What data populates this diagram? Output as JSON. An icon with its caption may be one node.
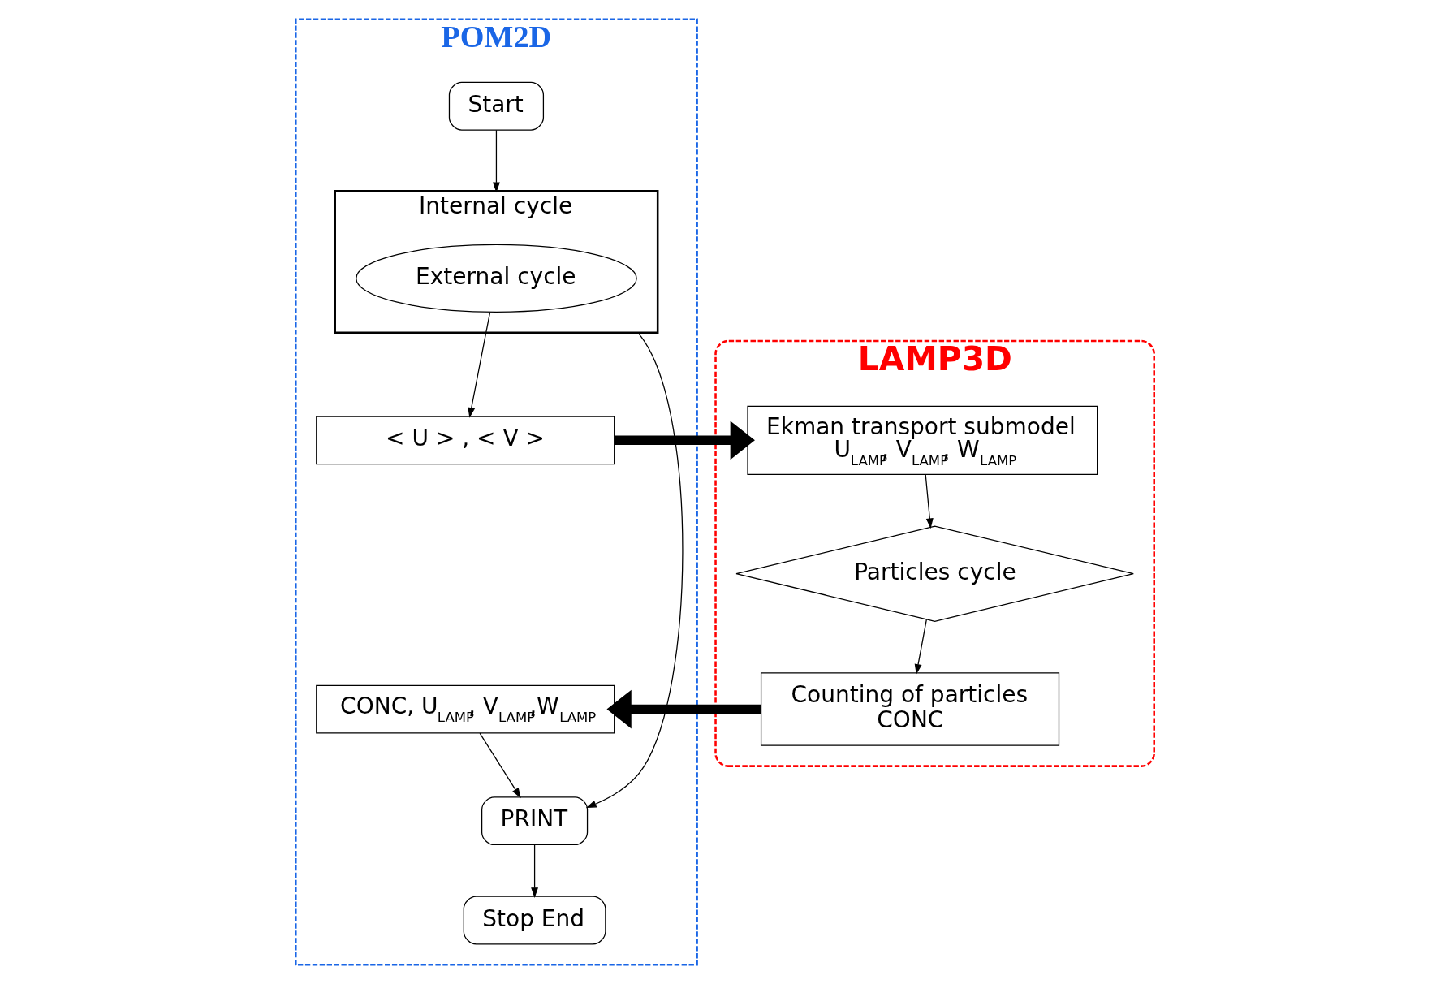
{
  "diagram": {
    "nodes": [
      {
        "text": [
          "POM2D"
        ]
      },
      {
        "text": [
          "Start"
        ],
        "in": 0
      },
      {
        "text": [
          "Internal cycle"
        ],
        "in": 0
      },
      {
        "text": [
          "External cycle"
        ],
        "in": 2
      },
      {
        "text": [
          "< U > , < V >"
        ],
        "in": 0
      },
      {
        "text": [
          "PRINT"
        ],
        "in": 0
      },
      {
        "text": [
          "Stop End"
        ],
        "in": 0
      },
      {
        "text": [
          "CONC, U$_{LAMP}$, V$_{LAMP}$,W$_{LAMP}$"
        ],
        "in": 0
      },
      {
        "text": [
          "LAMP3D"
        ]
      },
      {
        "text": [
          "Ekman transport submodel",
          "U$_{LAMP}$, V$_{LAMP}$, W$_{LAMP}$"
        ],
        "in": 8
      },
      {
        "text": [
          "Particles cycle"
        ],
        "in": 8
      },
      {
        "text": [
          "Counting of particles",
          "CONC"
        ],
        "in": 8
      }
    ],
    "edges": [
      {
        "from": 1,
        "to": 2,
        "arrow": "to"
      },
      {
        "from": 3,
        "to": 4,
        "arrow": "to"
      },
      {
        "from": 4,
        "to": 9,
        "arrow": "to",
        "style": "thick"
      },
      {
        "from": 9,
        "to": 10,
        "arrow": "to"
      },
      {
        "from": 10,
        "to": 11,
        "arrow": "to"
      },
      {
        "from": 11,
        "to": 7,
        "arrow": "to",
        "style": "thick"
      },
      {
        "from": 7,
        "to": 5,
        "arrow": "to"
      },
      {
        "from": 2,
        "to": 5,
        "arrow": "to"
      },
      {
        "from": 5,
        "to": 6,
        "arrow": "to"
      }
    ]
  }
}
